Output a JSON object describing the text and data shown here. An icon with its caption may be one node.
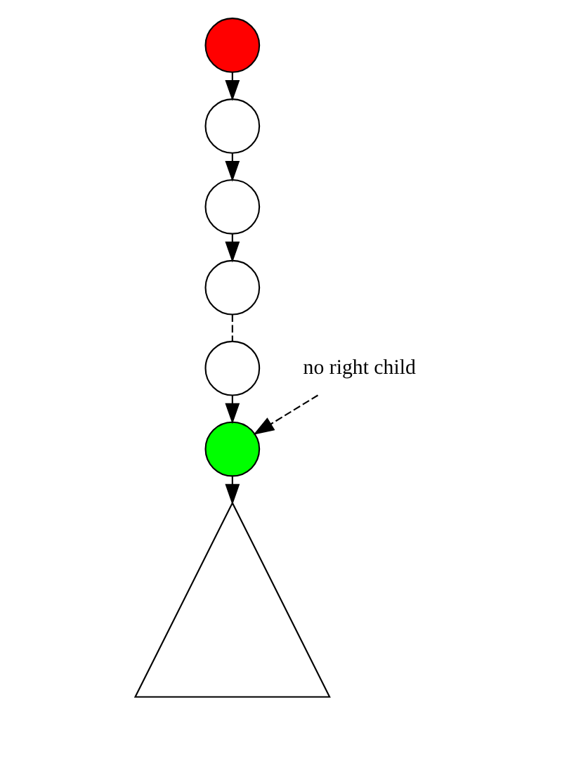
{
  "diagram": {
    "nodes": [
      {
        "text": [],
        "shape": "circle"
      },
      {
        "text": [],
        "shape": "circle"
      },
      {
        "text": [],
        "shape": "circle"
      },
      {
        "text": [],
        "shape": "circle"
      },
      {
        "text": [],
        "shape": "circle"
      },
      {
        "text": [],
        "shape": "circle"
      },
      {
        "text": [],
        "shape": "triangle"
      },
      {
        "text": [
          "no right child"
        ]
      }
    ],
    "edges": [
      {
        "from": 0,
        "to": 1,
        "arrow": "to"
      },
      {
        "from": 1,
        "to": 2,
        "arrow": "to"
      },
      {
        "from": 2,
        "to": 3,
        "arrow": "to"
      },
      {
        "from": 3,
        "to": 4,
        "arrow": "none",
        "style": "dashed"
      },
      {
        "from": 4,
        "to": 5,
        "arrow": "to"
      },
      {
        "from": 5,
        "to": 6,
        "arrow": "to"
      },
      {
        "from": 7,
        "to": 5,
        "arrow": "to",
        "style": "dashed"
      }
    ]
  }
}
